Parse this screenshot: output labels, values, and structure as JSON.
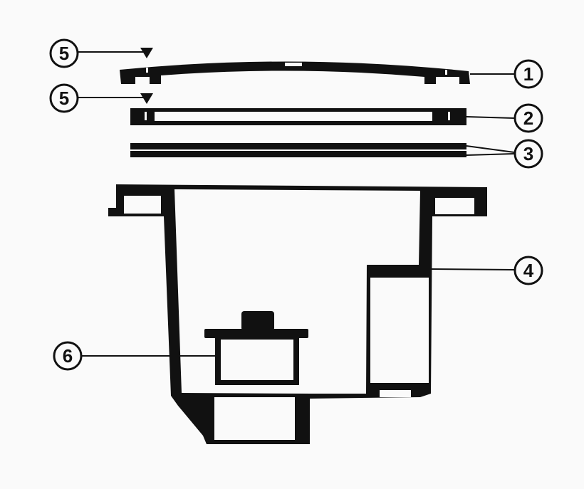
{
  "diagram": {
    "callouts": [
      {
        "id": "5a",
        "label": "5"
      },
      {
        "id": "5b",
        "label": "5"
      },
      {
        "id": "1",
        "label": "1"
      },
      {
        "id": "2",
        "label": "2"
      },
      {
        "id": "3",
        "label": "3"
      },
      {
        "id": "4",
        "label": "4"
      },
      {
        "id": "6",
        "label": "6"
      }
    ],
    "colors": {
      "ink": "#111111",
      "paper": "#fafafa"
    }
  }
}
